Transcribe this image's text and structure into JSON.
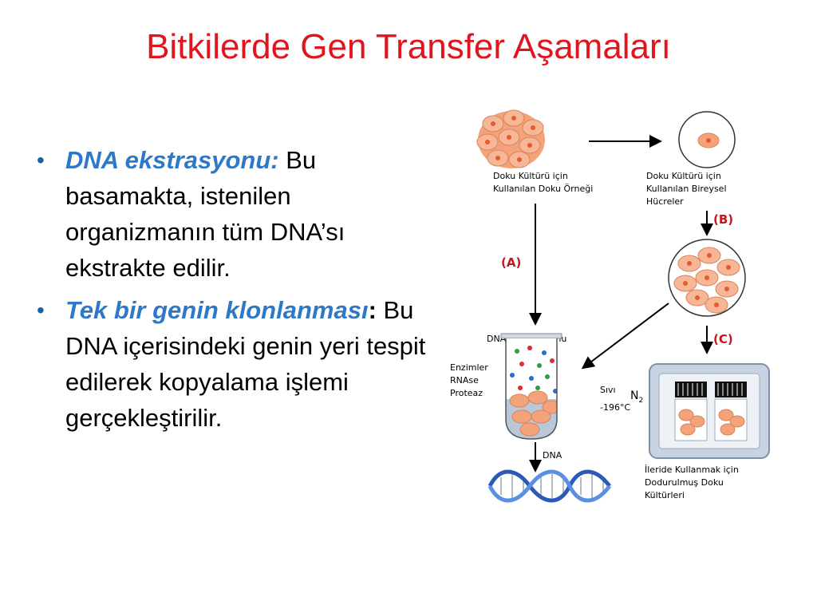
{
  "title": "Bitkilerde Gen Transfer Aşamaları",
  "bullets": [
    {
      "term": "DNA ekstrasyonu:",
      "colon": "",
      "text": " Bu basamakta, istenilen organizmanın tüm DNA’sı ekstrakte edilir."
    },
    {
      "term": "Tek bir genin klonlanması",
      "colon": ":",
      "text": " Bu DNA içerisindeki genin yeri tespit edilerek kopyalama işlemi gerçekleştirilir."
    }
  ],
  "diagram": {
    "tissue_sample_label": [
      "Doku Kültürü için",
      "Kullanılan Doku Örneği"
    ],
    "single_cells_label": [
      "Doku Kültürü için",
      "Kullanılan Bireysel",
      "Hücreler"
    ],
    "step_a": "(A)",
    "step_b": "(B)",
    "step_c": "(C)",
    "extraction_label": "DNA Eksraksiyonu",
    "reagents": [
      "Enzimler",
      "RNAse",
      "Proteaz"
    ],
    "dna_label": "DNA",
    "liquid_label": "Sıvı",
    "nitrogen_label": "N",
    "nitrogen_sub": "2",
    "temperature_label": "-196°C",
    "frozen_label": [
      "İleride Kullanmak için",
      "Dodurulmuş Doku",
      "Kültürleri"
    ]
  },
  "colors": {
    "title": "#e0161e",
    "term": "#2e78c8",
    "step_label": "#c8141a",
    "cell_fill": "#f3a27a",
    "cell_nucleus": "#e65a2e"
  }
}
